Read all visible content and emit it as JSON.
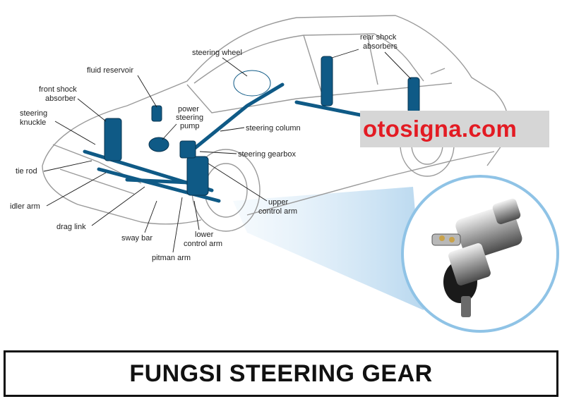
{
  "labels": {
    "steering_wheel": "steering wheel",
    "rear_shock_1": "rear shock",
    "rear_shock_2": "absorbers",
    "fluid_reservoir": "fluid reservoir",
    "front_shock_1": "front shock",
    "front_shock_2": "absorber",
    "steering_knuckle_1": "steering",
    "steering_knuckle_2": "knuckle",
    "power_steering_1": "power",
    "power_steering_2": "steering",
    "power_steering_3": "pump",
    "steering_column": "steering column",
    "steering_gearbox": "steering gearbox",
    "tie_rod": "tie rod",
    "idler_arm": "idler arm",
    "upper_control_1": "upper",
    "upper_control_2": "control arm",
    "drag_link": "drag link",
    "sway_bar": "sway bar",
    "lower_control_1": "lower",
    "lower_control_2": "control arm",
    "pitman_arm": "pitman arm"
  },
  "watermark": "otosigna.com",
  "title": "FUNGSI STEERING GEAR",
  "colors": {
    "parts": "#0f5a86",
    "watermark_text": "#e31b23",
    "watermark_bg": "#d6d6d6",
    "callout_circle": "#8fc3e6"
  }
}
